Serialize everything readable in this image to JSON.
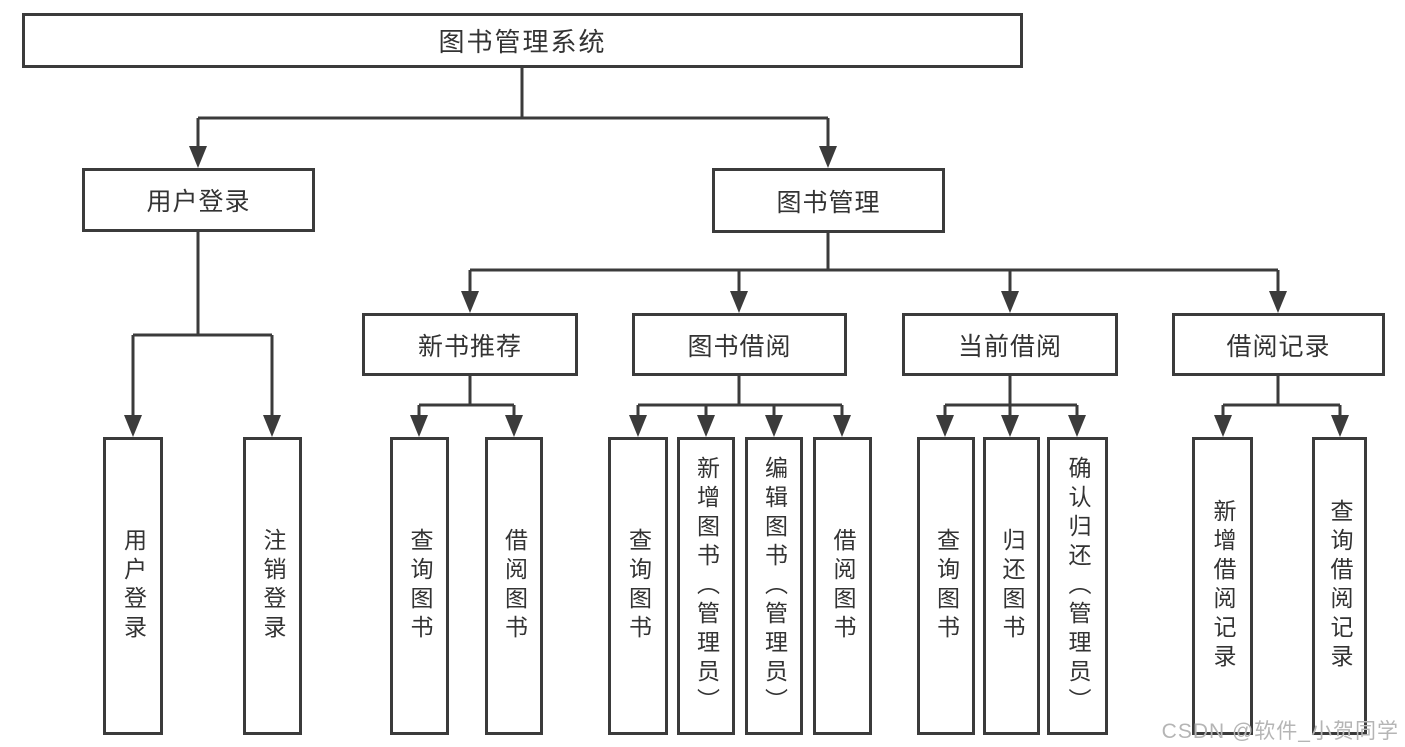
{
  "diagram": {
    "root": {
      "label": "图书管理系统"
    },
    "level2": [
      {
        "label": "用户登录"
      },
      {
        "label": "图书管理"
      }
    ],
    "level3": [
      {
        "label": "新书推荐"
      },
      {
        "label": "图书借阅"
      },
      {
        "label": "当前借阅"
      },
      {
        "label": "借阅记录"
      }
    ],
    "leaves": {
      "user_login": [
        "用户登录",
        "注销登录"
      ],
      "new_book_recommendation": [
        "查询图书",
        "借阅图书"
      ],
      "book_borrowing": [
        "查询图书",
        "新增图书（管理员）",
        "编辑图书（管理员）",
        "借阅图书"
      ],
      "current_borrowing": [
        "查询图书",
        "归还图书",
        "确认归还（管理员）"
      ],
      "borrowing_records": [
        "新增借阅记录",
        "查询借阅记录"
      ]
    }
  },
  "watermark": "CSDN @软件_小贺同学",
  "colors": {
    "line": "#3b3b3b",
    "text": "#333333",
    "background": "#ffffff",
    "watermark": "#b5b5b5"
  }
}
